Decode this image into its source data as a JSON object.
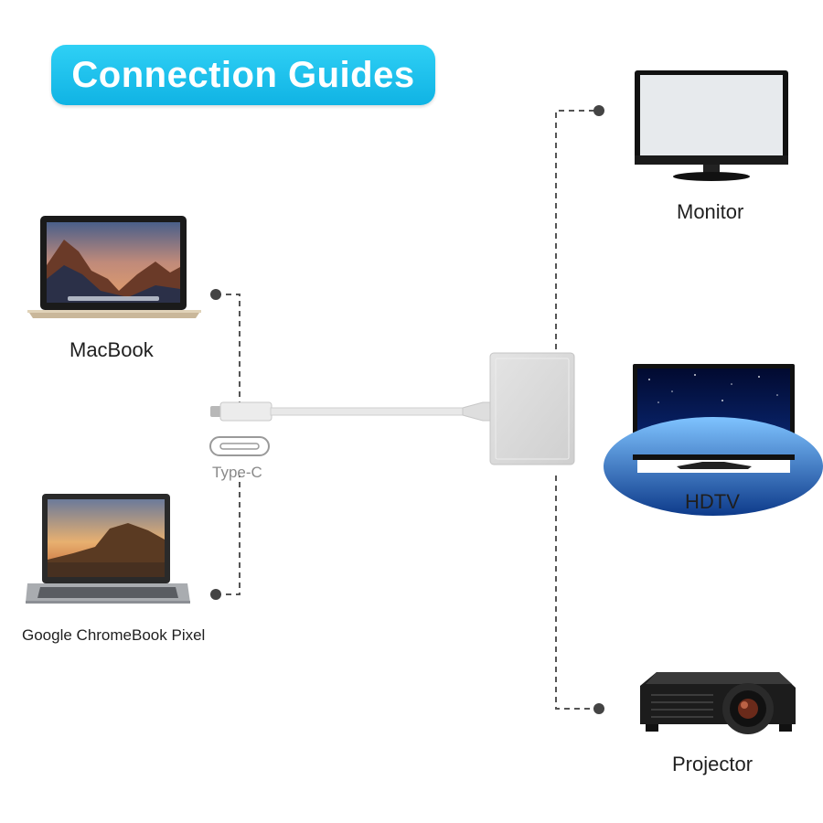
{
  "title": "Connection Guides",
  "connector_label": "Type-C",
  "sources": [
    {
      "label": "MacBook"
    },
    {
      "label": "Google ChromeBook Pixel"
    }
  ],
  "outputs": [
    {
      "label": "Monitor"
    },
    {
      "label": "HDTV"
    },
    {
      "label": "Projector"
    }
  ],
  "colors": {
    "accent": "#1ec3ef",
    "line": "#555555",
    "adapter": "#d9d9d9"
  }
}
